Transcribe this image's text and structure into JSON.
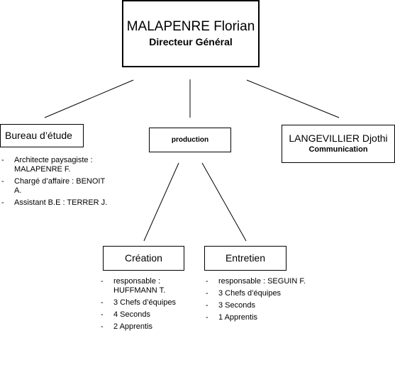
{
  "director": {
    "name": "MALAPENRE Florian",
    "role": "Directeur Général"
  },
  "bureau": {
    "title": "Bureau d’étude",
    "items": [
      "Architecte paysagiste : MALAPENRE F.",
      "Chargé d’affaire : BENOIT A.",
      "Assistant B.E : TERRER J."
    ]
  },
  "production": {
    "title": "production"
  },
  "communication": {
    "name": "LANGEVILLIER Djothi",
    "role": "Communication"
  },
  "creation": {
    "title": "Création",
    "items": [
      "responsable : HUFFMANN T.",
      "3 Chefs d’équipes",
      "4 Seconds",
      "2 Apprentis"
    ]
  },
  "entretien": {
    "title": "Entretien",
    "items": [
      "responsable : SEGUIN F.",
      "3 Chefs d’équipes",
      "3 Seconds",
      "1 Apprentis"
    ]
  }
}
